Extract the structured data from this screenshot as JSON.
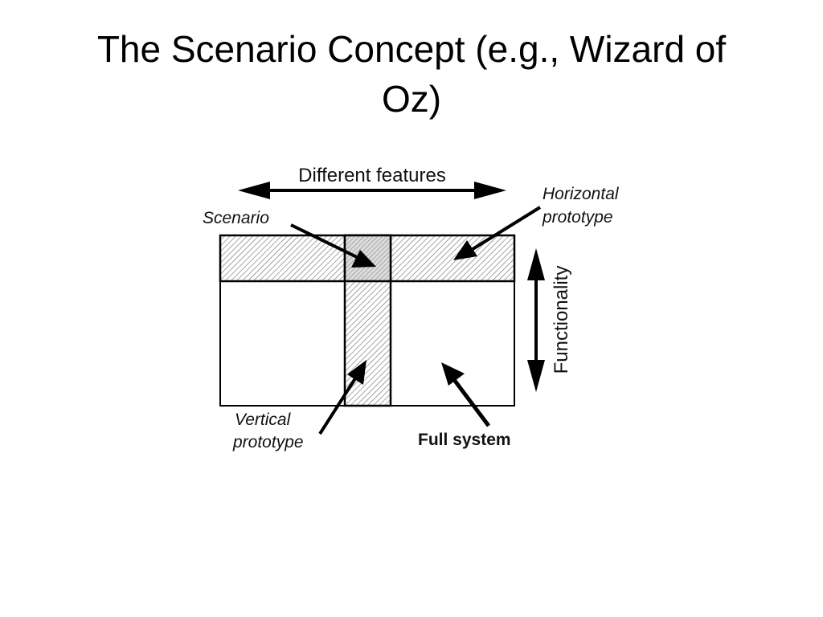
{
  "slide": {
    "title_line1": "The Scenario Concept (e.g., Wizard of",
    "title_line2": "Oz)"
  },
  "diagram": {
    "top_label": "Different features",
    "side_label": "Functionality",
    "scenario_label": "Scenario",
    "horizontal_label_line1": "Horizontal",
    "horizontal_label_line2": "prototype",
    "vertical_label_line1": "Vertical",
    "vertical_label_line2": "prototype",
    "full_system_label": "Full system"
  }
}
